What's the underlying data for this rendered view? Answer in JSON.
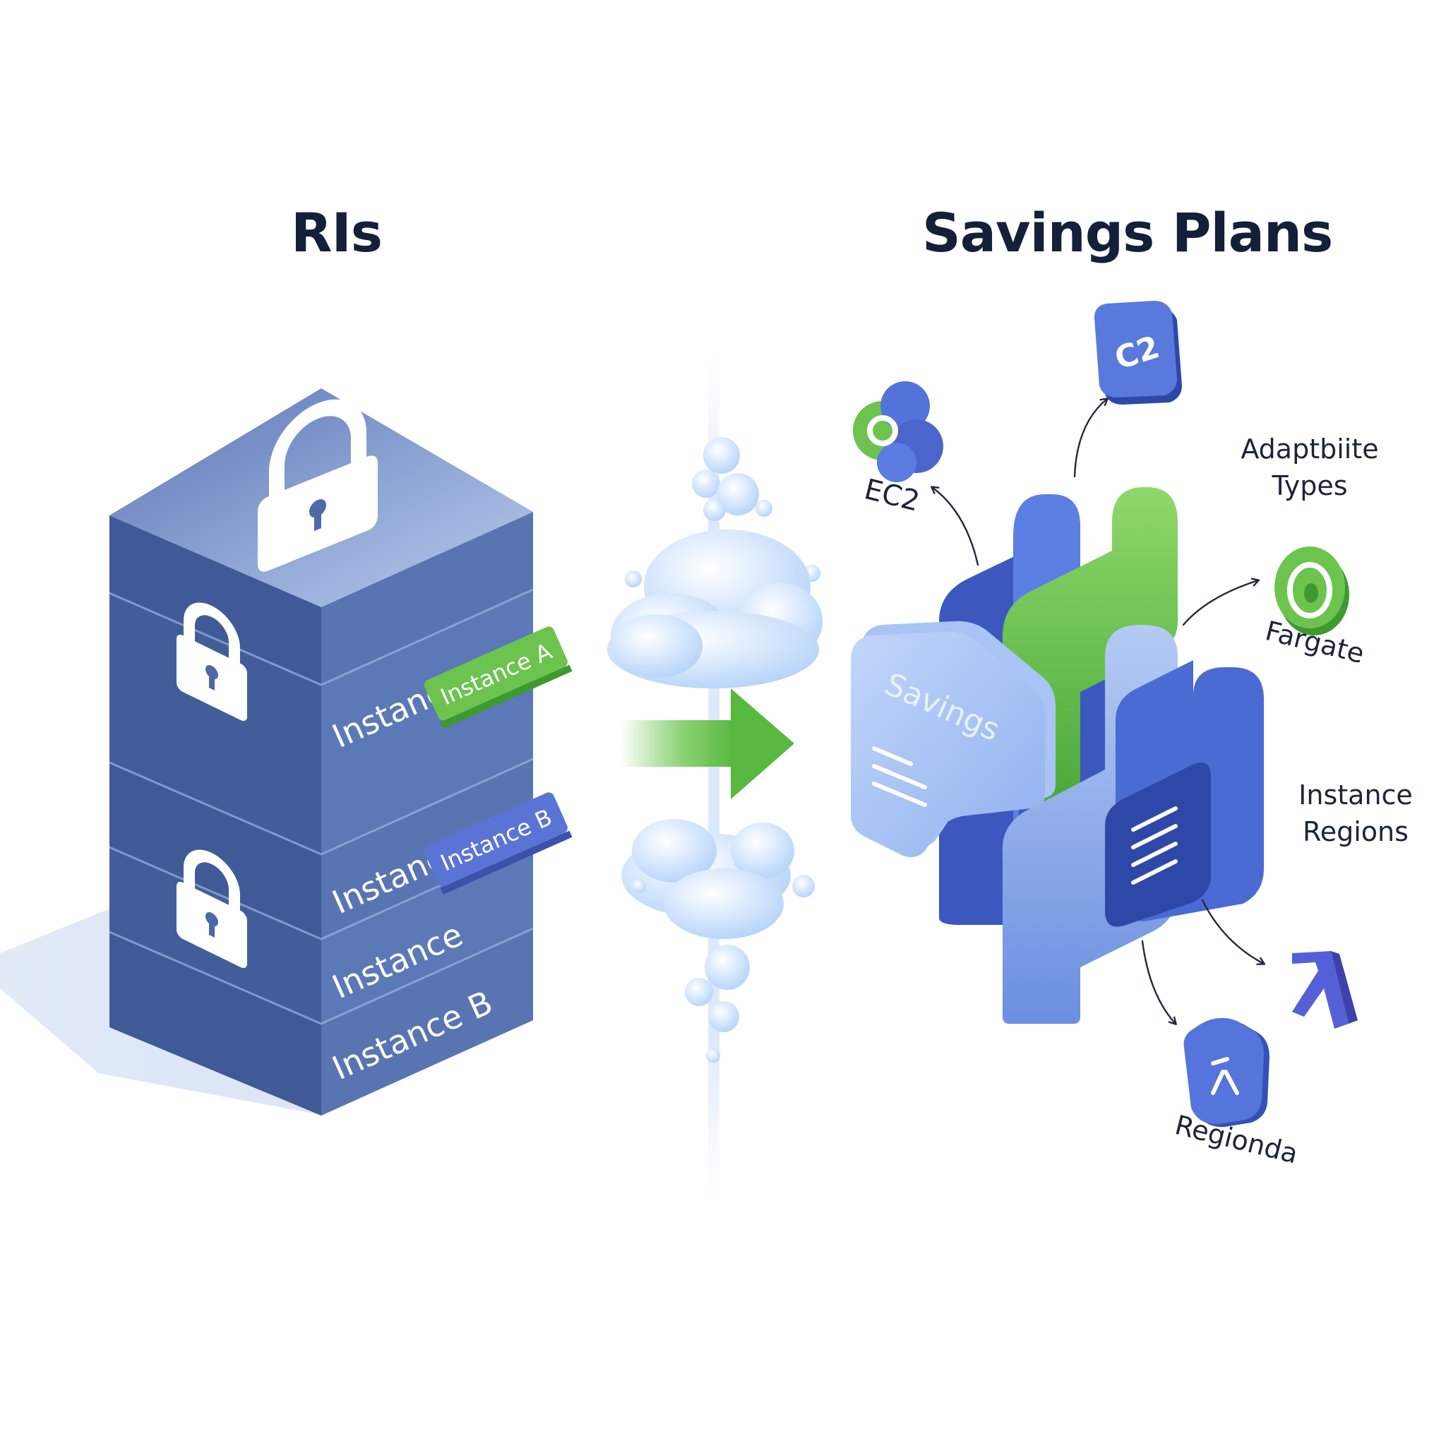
{
  "titles": {
    "left": "RIs",
    "right": "Savings Plans"
  },
  "ri_stack": {
    "slabs": [
      "Instance A",
      "Instance B",
      "Instance",
      "Instance B"
    ],
    "tags": [
      "Instance A",
      "Instance B"
    ]
  },
  "savings_plans": {
    "card_label": "Savings",
    "labels": {
      "ec2_small": "EC2",
      "ec2_badge": "C2",
      "adaptable_line1": "Adaptbiite",
      "adaptable_line2": "Types",
      "fargate": "Fargate",
      "instance_regions_line1": "Instance",
      "instance_regions_line2": "Regions",
      "regionda": "Regionda"
    }
  },
  "colors": {
    "slab_top": "#8da3d4",
    "slab_side": "#4d69a6",
    "slab_front": "#5c7ab6",
    "brand_blue": "#4f6bd8",
    "brand_green": "#67c34c",
    "cloud": "#cfe2fb",
    "arrow_green": "#5dbf46",
    "title_text": "#14203a"
  }
}
